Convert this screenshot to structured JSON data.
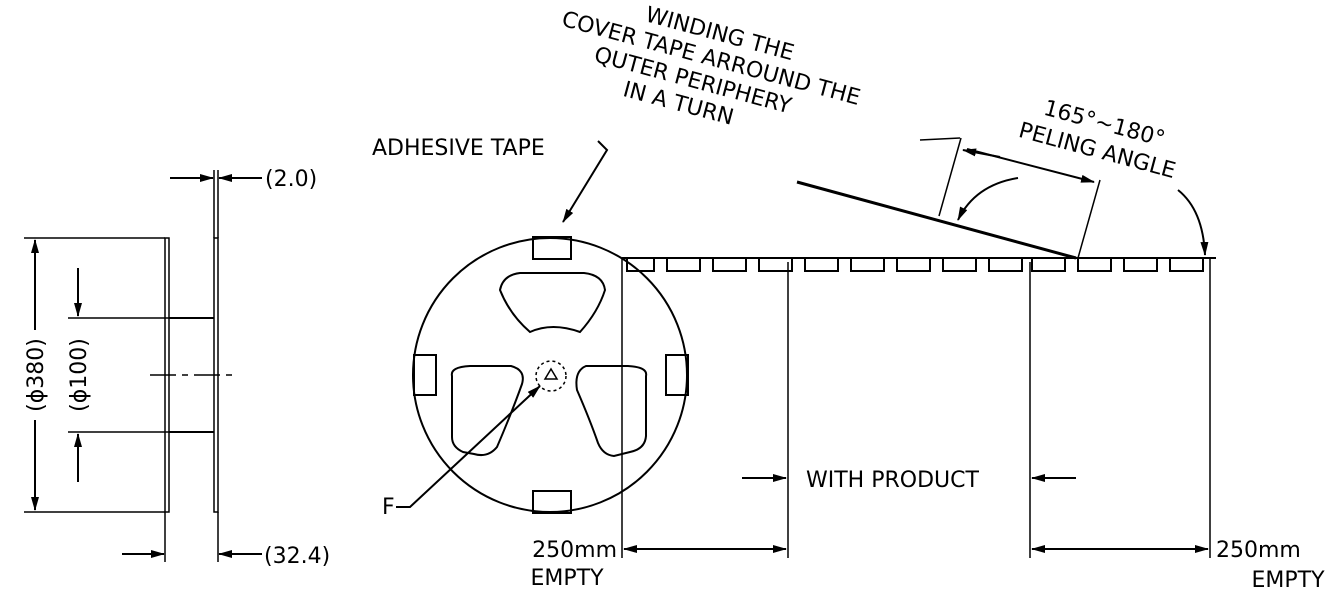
{
  "side_view": {
    "gap_label": "(2.0)",
    "width_label": "(32.4)",
    "outer_dia_label": "(ϕ380)",
    "hub_dia_label": "(ϕ100)"
  },
  "front_view": {
    "adhesive_label": "ADHESIVE TAPE",
    "center_label": "F"
  },
  "winding_note": [
    "WINDING THE",
    "COVER TAPE ARROUND THE",
    "QUTER PERIPHERY",
    "IN A TURN"
  ],
  "peel": {
    "angle_value": "165°~180°",
    "angle_text": "PELING ANGLE"
  },
  "dims": {
    "with_product": "WITH PRODUCT",
    "left_empty_value": "250mm",
    "left_empty_text": "EMPTY",
    "right_empty_value": "250mm",
    "right_empty_text": "EMPTY"
  }
}
